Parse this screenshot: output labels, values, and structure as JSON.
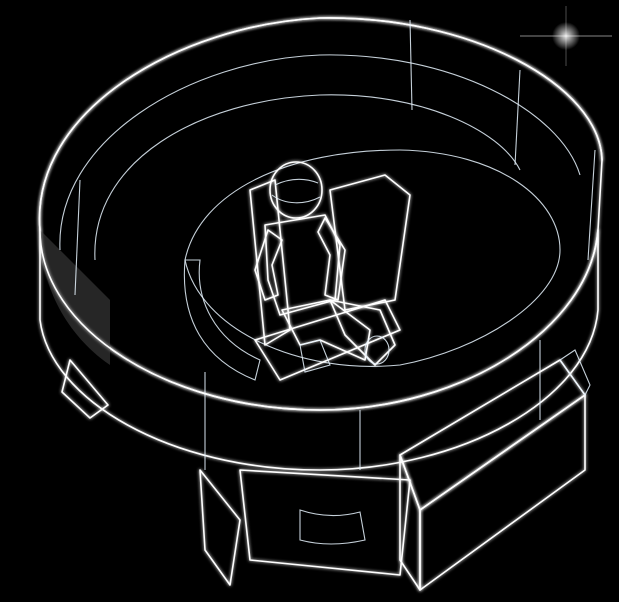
{
  "scene": {
    "subject": "wraparound-screen-simulator-pod",
    "colors": {
      "background": "#000000",
      "screen_light": "#a9d2ee",
      "screen_mid": "#6fa9d2",
      "screen_dark": "#10202c",
      "shell": "#2a2a2a",
      "shell_shadow": "#141414",
      "outline": "#ffffff",
      "figure": "#3a3a3a"
    },
    "elements": [
      "outer-shell",
      "inner-screen",
      "pilot-seat",
      "pilot-figure",
      "helmet",
      "front-console",
      "base-legs",
      "light-flare"
    ]
  }
}
